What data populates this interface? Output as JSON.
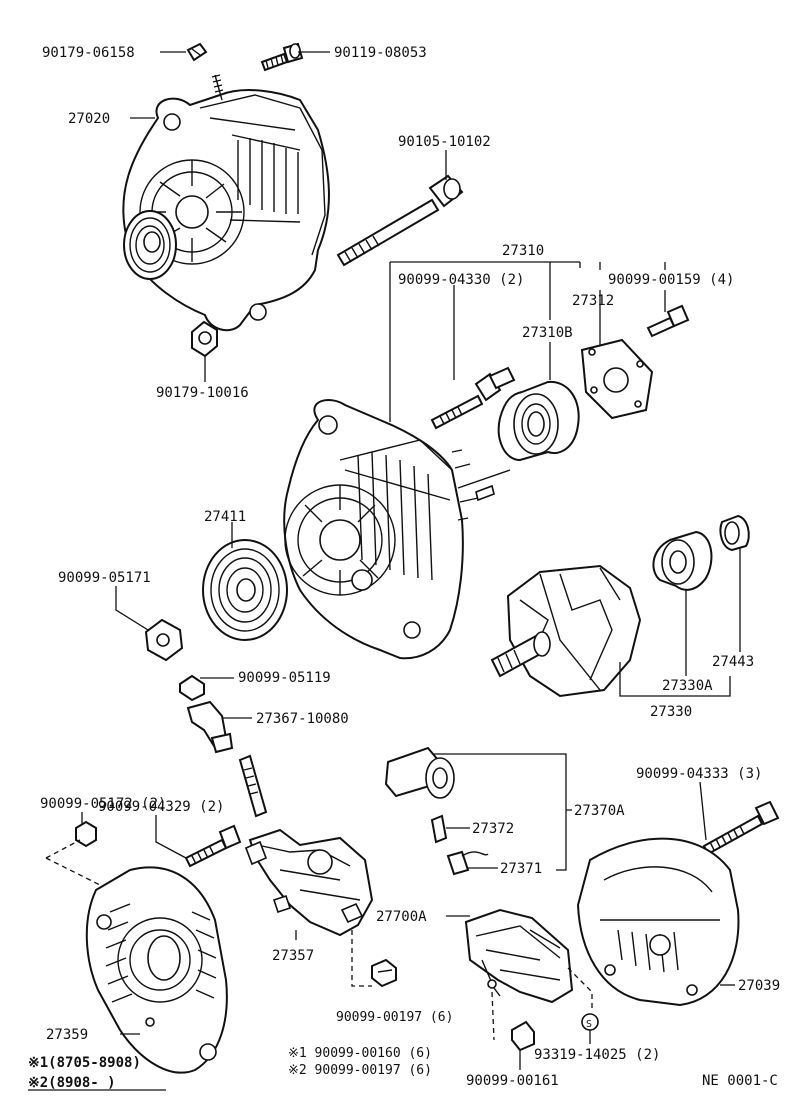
{
  "labels": {
    "p90179_06158": "90179-06158",
    "p90119_08053": "90119-08053",
    "p27020": "27020",
    "p90105_10102": "90105-10102",
    "p27310": "27310",
    "p90099_04330": "90099-04330 (2)",
    "p90099_00159": "90099-00159 (4)",
    "p27312": "27312",
    "p27310B": "27310B",
    "p90179_10016": "90179-10016",
    "p27411": "27411",
    "p90099_05171": "90099-05171",
    "p90099_05119": "90099-05119",
    "p27367_10080": "27367-10080",
    "p27443": "27443",
    "p27330A": "27330A",
    "p27330": "27330",
    "p90099_05172": "90099-05172 (2)",
    "p90099_04329": "90099-04329 (2)",
    "p90099_04333": "90099-04333 (3)",
    "p27370A": "27370A",
    "p27372": "27372",
    "p27371": "27371",
    "p27700A": "27700A",
    "p27357": "27357",
    "p27039": "27039",
    "p90099_00197_6": "90099-00197 (6)",
    "p27359": "27359",
    "p93319_14025": "93319-14025 (2)",
    "p90099_00161": "90099-00161",
    "note1": "※1 90099-00160 (6)",
    "note2": "※2 90099-00197 (6)",
    "legend1": "※1(8705-8908)",
    "legend2": "※2(8908-      )",
    "diagram_code": "NE 0001-C"
  }
}
